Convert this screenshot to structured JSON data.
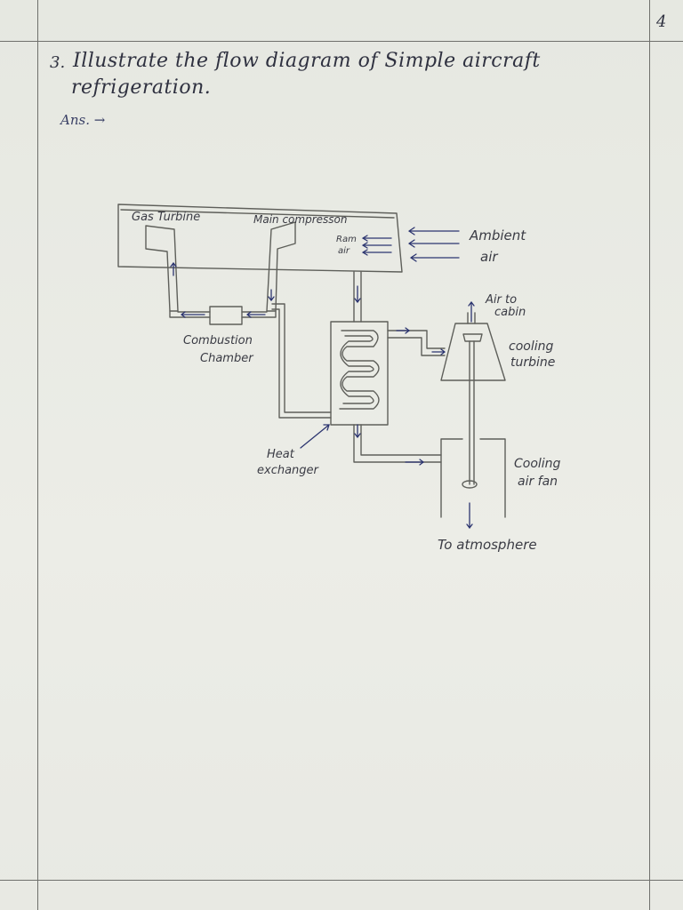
{
  "page_number": "4",
  "question": {
    "number": "3.",
    "line1": "Illustrate the flow diagram of Simple aircraft",
    "line2": "refrigeration.",
    "answer_label": "Ans. →"
  },
  "diagram": {
    "labels": {
      "gas_turbine": "Gas Turbine",
      "main_compressor": "Main compresson",
      "ram": "Ram",
      "air": "air",
      "ambient": "Ambient",
      "ambient_air": "air",
      "air_to": "Air to",
      "cabin": "cabin",
      "cooling": "cooling",
      "turbine": "turbine",
      "combustion": "Combustion",
      "chamber": "Chamber",
      "heat": "Heat",
      "exchanger": "exchanger",
      "cooling_fan": "Cooling",
      "air_fan": "air fan",
      "to_atmosphere": "To atmosphere"
    },
    "colors": {
      "pencil": "#5e5f5a",
      "arrow_ink": "#2c3570",
      "text_ink": "#2f3140"
    }
  }
}
